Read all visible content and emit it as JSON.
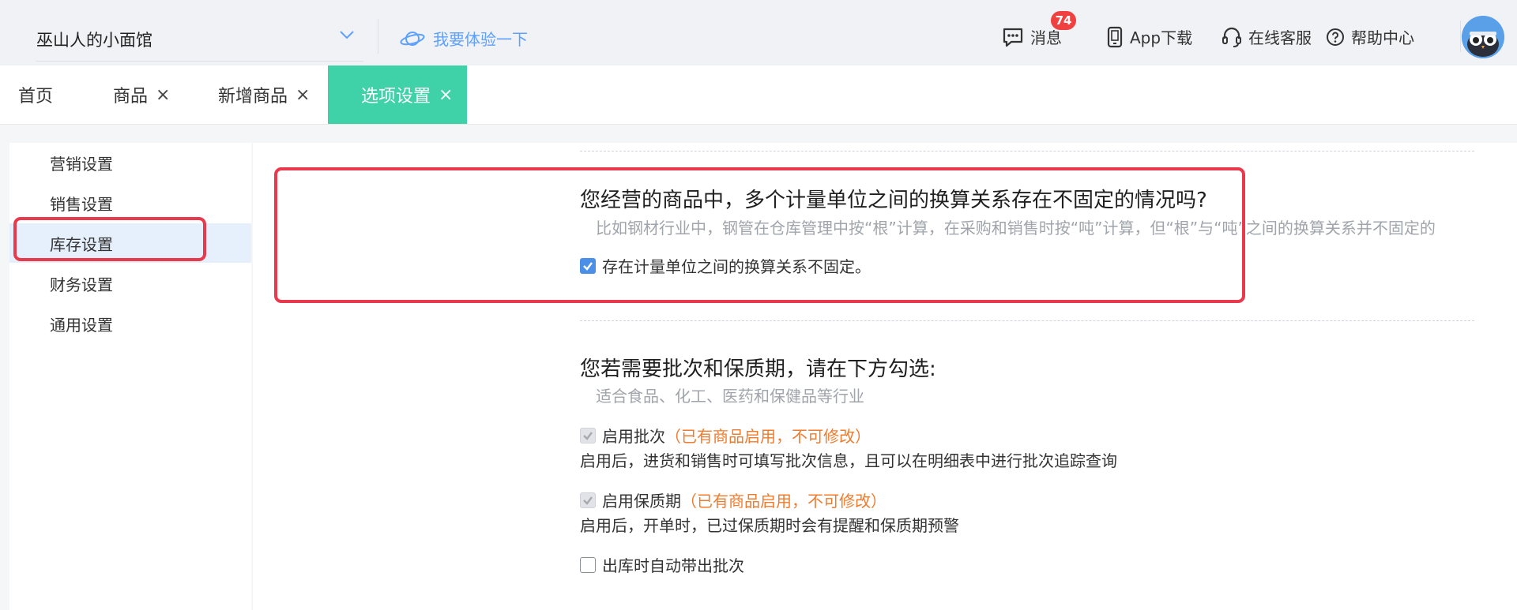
{
  "header": {
    "shop_name": "巫山人的小面馆",
    "try_label": "我要体验一下",
    "messages_label": "消息",
    "messages_count": "74",
    "app_label": "App下载",
    "service_label": "在线客服",
    "help_label": "帮助中心"
  },
  "tabs": [
    {
      "label": "首页",
      "closable": false
    },
    {
      "label": "商品",
      "closable": true
    },
    {
      "label": "新增商品",
      "closable": true
    },
    {
      "label": "选项设置",
      "closable": true,
      "active": true
    }
  ],
  "tab_close": "×",
  "sidebar": {
    "items": [
      {
        "label": "营销设置"
      },
      {
        "label": "销售设置"
      },
      {
        "label": "库存设置",
        "active": true
      },
      {
        "label": "财务设置"
      },
      {
        "label": "通用设置"
      }
    ]
  },
  "section1": {
    "title": "您经营的商品中，多个计量单位之间的换算关系存在不固定的情况吗?",
    "subtitle": "比如钢材行业中，钢管在仓库管理中按“根”计算，在采购和销售时按“吨”计算，但“根”与“吨”之间的换算关系并不固定的",
    "checkbox_label": "存在计量单位之间的换算关系不固定。",
    "checkbox_checked": true
  },
  "section2": {
    "title": "您若需要批次和保质期，请在下方勾选:",
    "subtitle": "适合食品、化工、医药和保健品等行业",
    "batch_label": "启用批次",
    "batch_note": "（已有商品启用，不可修改）",
    "batch_desc": "启用后，进货和销售时可填写批次信息，且可以在明细表中进行批次追踪查询",
    "shelf_label": "启用保质期",
    "shelf_note": "（已有商品启用，不可修改）",
    "shelf_desc": "启用后，开单时，已过保质期时会有提醒和保质期预警",
    "auto_label": "出库时自动带出批次",
    "auto_checked": false
  },
  "colors": {
    "accent": "#3fd1a7",
    "link_blue": "#5ea0ff",
    "checkbox_blue": "#4a90e8",
    "warning_orange": "#f07b2d",
    "highlight_red": "#e93a4d",
    "badge_red": "#f04040",
    "sidebar_active_bg": "#e6f0fd"
  },
  "icons": [
    "chevron-down-icon",
    "planet-icon",
    "message-icon",
    "phone-icon",
    "headset-icon",
    "help-icon",
    "avatar",
    "close-icon",
    "check-icon"
  ]
}
